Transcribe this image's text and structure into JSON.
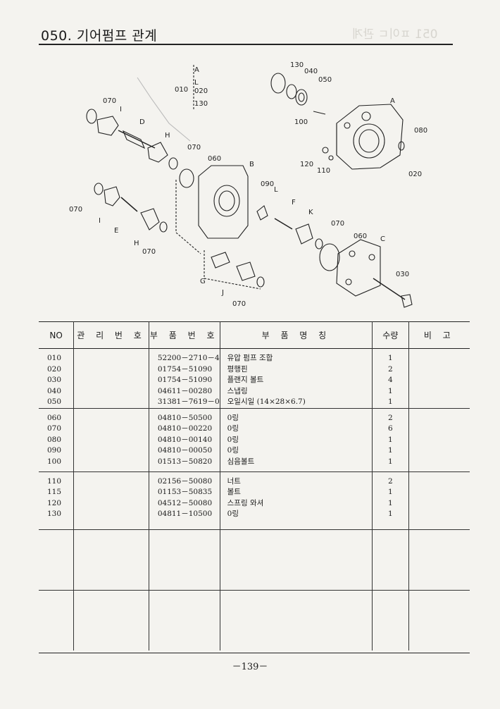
{
  "section_title": "050. 기어펌프 관계",
  "mirror_text": "051 ㅍ이ㄷ 관계",
  "diagram": {
    "labels": [
      "010",
      "020",
      "130",
      "A",
      "L",
      "130",
      "040",
      "050",
      "A",
      "070",
      "I",
      "D",
      "H",
      "070",
      "060",
      "B",
      "090",
      "L",
      "100",
      "080",
      "120",
      "110",
      "020",
      "070",
      "I",
      "E",
      "H",
      "070",
      "F",
      "K",
      "070",
      "060",
      "C",
      "030",
      "G",
      "J",
      "070"
    ]
  },
  "table": {
    "headers": {
      "no": "NO",
      "mgmt": "관 리 번 호",
      "part_no": "부 품 번 호",
      "name": "부 품 명 칭",
      "qty": "수량",
      "remark": "비 고"
    },
    "groups": [
      {
        "rows": [
          {
            "no": "010",
            "part": "52200－2710－4",
            "name": "유압 펌프 조합",
            "qty": "1"
          },
          {
            "no": "020",
            "part": "01754－51090",
            "name": "평행핀",
            "qty": "2"
          },
          {
            "no": "030",
            "part": "01754－51090",
            "name": "플랜지 볼트",
            "qty": "4"
          },
          {
            "no": "040",
            "part": "04611－00280",
            "name": "스냅링",
            "qty": "1"
          },
          {
            "no": "050",
            "part": "31381－7619－0",
            "name": "오일시일 (14×28×6.7)",
            "qty": "1"
          }
        ]
      },
      {
        "rows": [
          {
            "no": "060",
            "part": "04810－50500",
            "name": "0링",
            "qty": "2"
          },
          {
            "no": "070",
            "part": "04810－00220",
            "name": "0링",
            "qty": "6"
          },
          {
            "no": "080",
            "part": "04810－00140",
            "name": "0링",
            "qty": "1"
          },
          {
            "no": "090",
            "part": "04810－00050",
            "name": "0링",
            "qty": "1"
          },
          {
            "no": "100",
            "part": "01513－50820",
            "name": "심음볼트",
            "qty": "1"
          }
        ]
      },
      {
        "rows": [
          {
            "no": "110",
            "part": "02156－50080",
            "name": "너트",
            "qty": "2"
          },
          {
            "no": "115",
            "part": "01153－50835",
            "name": "볼트",
            "qty": "1"
          },
          {
            "no": "120",
            "part": "04512－50080",
            "name": "스프링 와셔",
            "qty": "1"
          },
          {
            "no": "130",
            "part": "04811－10500",
            "name": "0링",
            "qty": "1"
          }
        ]
      },
      {
        "rows": []
      },
      {
        "rows": []
      }
    ]
  },
  "page_number": "－139－"
}
